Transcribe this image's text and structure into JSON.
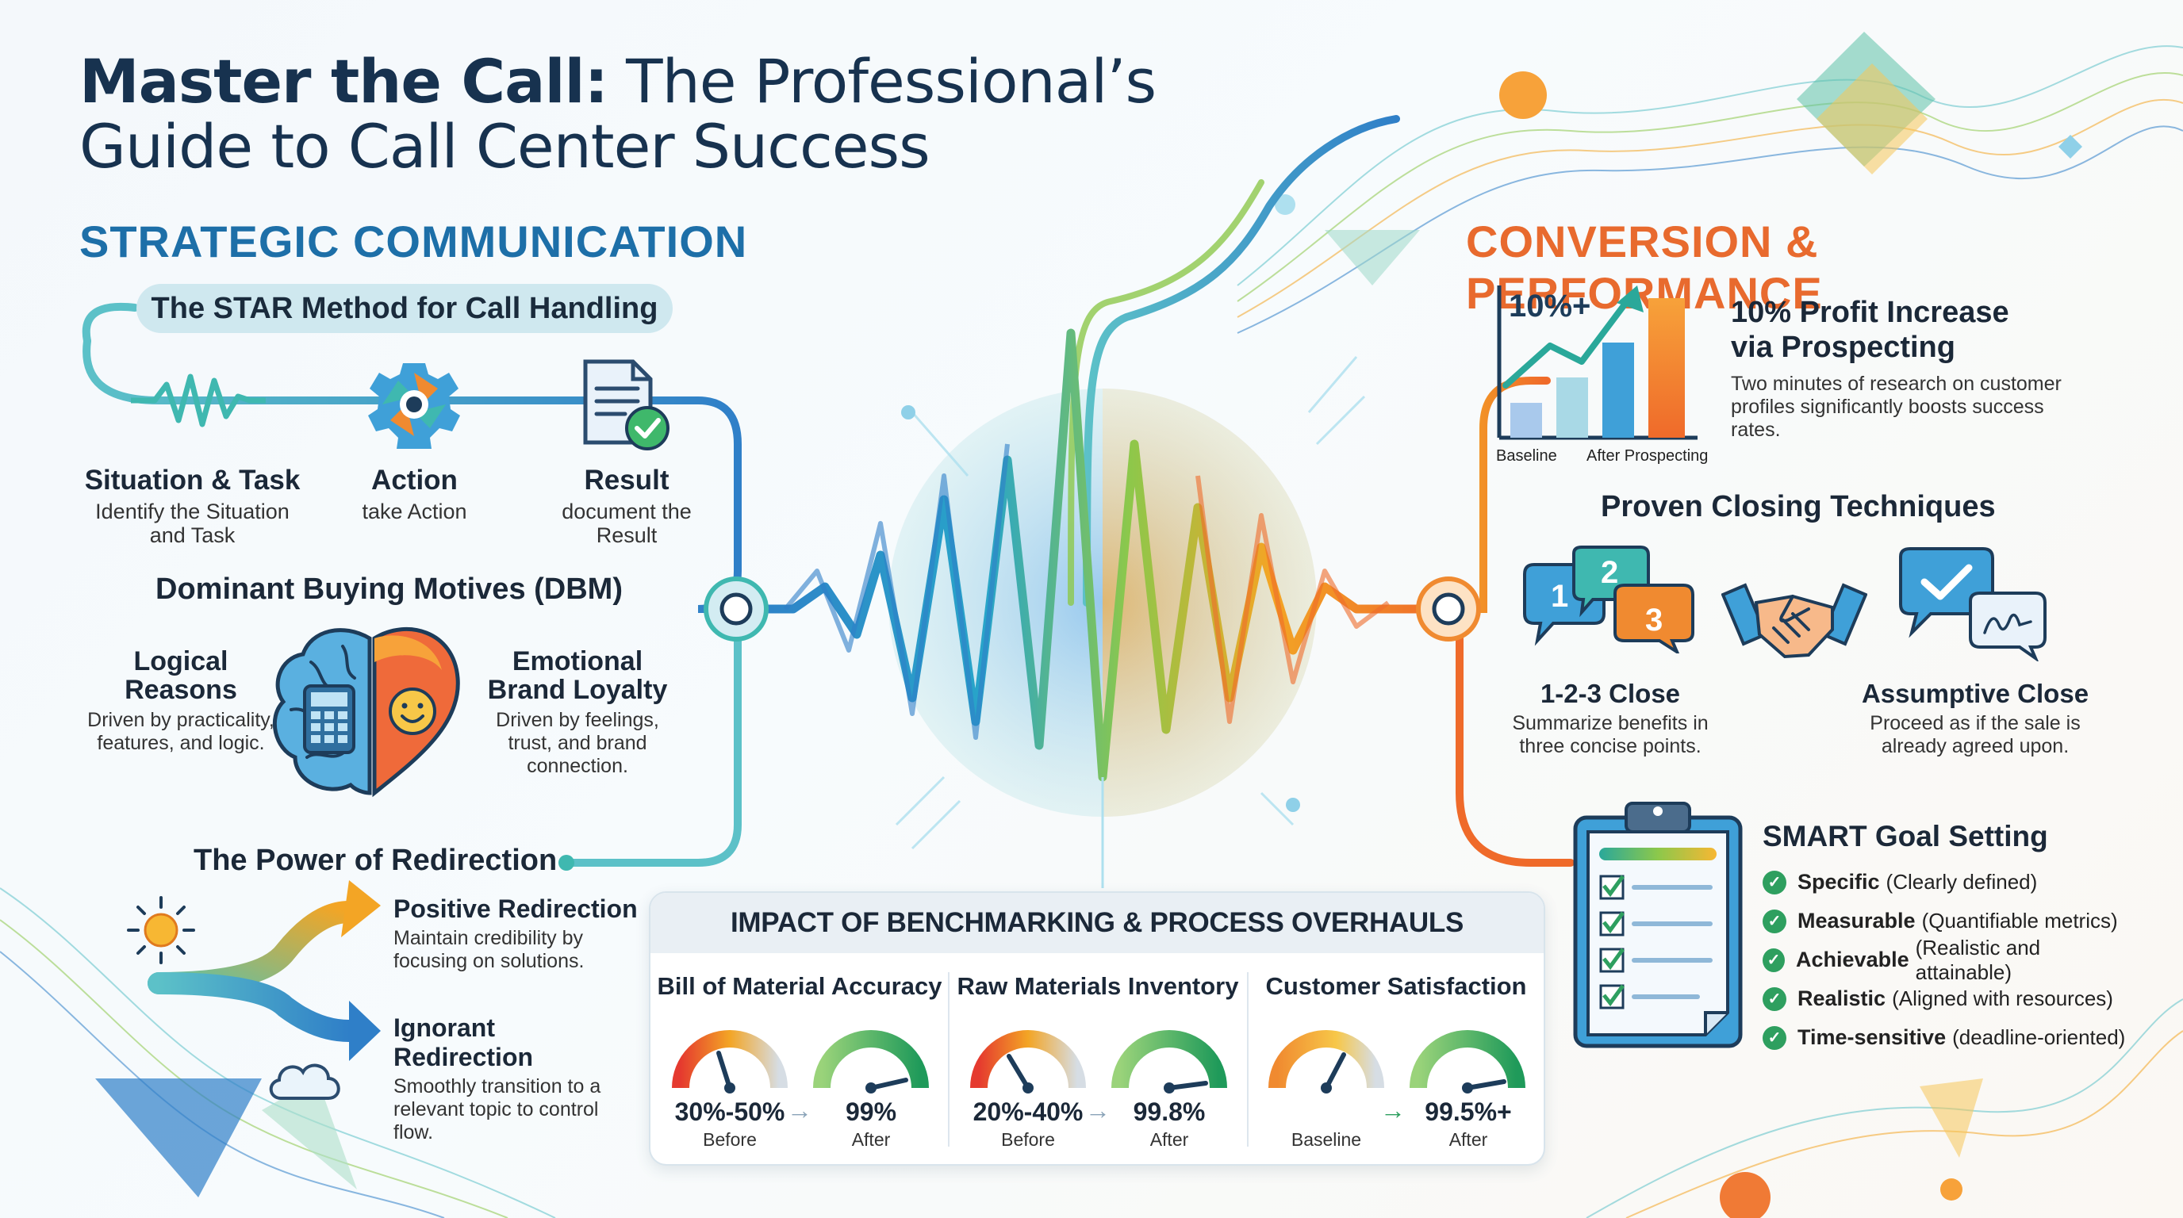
{
  "header": {
    "title_bold": "Master the Call:",
    "title_rest": "The Professional’s",
    "title_line2": "Guide to Call Center Success"
  },
  "strategic": {
    "heading": "STRATEGIC COMMUNICATION",
    "star": {
      "pill": "The STAR Method for Call Handling",
      "steps": [
        {
          "title": "Situation & Task",
          "desc": "Identify the Situation and Task"
        },
        {
          "title": "Action",
          "desc": "take Action"
        },
        {
          "title": "Result",
          "desc": "document the Result"
        }
      ]
    },
    "dbm": {
      "heading": "Dominant Buying Motives (DBM)",
      "logical_title": "Logical Reasons",
      "logical_desc": "Driven by practicality, features, and logic.",
      "emotional_title": "Emotional Brand Loyalty",
      "emotional_desc": "Driven by feelings, trust, and brand connection."
    },
    "redirection": {
      "heading": "The Power of Redirection",
      "positive_title": "Positive Redirection",
      "positive_desc": "Maintain credibility by focusing on solutions.",
      "ignorant_title": "Ignorant Redirection",
      "ignorant_desc": "Smoothly transition to a relevant topic to control flow."
    }
  },
  "conversion": {
    "heading": "CONVERSION & PERFORMANCE",
    "profit": {
      "badge": "10%+",
      "title": "10% Profit Increase via Prospecting",
      "desc": "Two minutes of research on customer profiles significantly boosts success rates.",
      "label_left": "Baseline",
      "label_right": "After Prospecting"
    },
    "closing": {
      "heading": "Proven Closing Techniques",
      "one_two_three_title": "1-2-3 Close",
      "one_two_three_desc": "Summarize benefits in three concise points.",
      "bubble_numbers": [
        "1",
        "2",
        "3"
      ],
      "assumptive_title": "Assumptive Close",
      "assumptive_desc": "Proceed as if the sale is already agreed upon."
    },
    "smart": {
      "heading": "SMART Goal Setting",
      "items": [
        {
          "term": "Specific",
          "note": "(Clearly defined)"
        },
        {
          "term": "Measurable",
          "note": "(Quantifiable metrics)"
        },
        {
          "term": "Achievable",
          "note": "(Realistic and attainable)"
        },
        {
          "term": "Realistic",
          "note": "(Aligned with resources)"
        },
        {
          "term": "Time-sensitive",
          "note": "(deadline-oriented)"
        }
      ]
    }
  },
  "benchmark": {
    "heading": "IMPACT OF BENCHMARKING & PROCESS OVERHAULS",
    "groups": [
      {
        "title": "Bill of Material Accuracy",
        "before_value": "30%-50%",
        "before_label": "Before",
        "after_value": "99%",
        "after_label": "After"
      },
      {
        "title": "Raw Materials Inventory",
        "before_value": "20%-40%",
        "before_label": "Before",
        "after_value": "99.8%",
        "after_label": "After"
      },
      {
        "title": "Customer Satisfaction",
        "before_value": "",
        "before_label": "Baseline",
        "after_value": "99.5%+",
        "after_label": "After"
      }
    ]
  },
  "colors": {
    "accent_blue": "#1d6fa8",
    "accent_orange": "#e86a2e",
    "teal": "#3fb8b0",
    "green": "#2e9f5f"
  }
}
